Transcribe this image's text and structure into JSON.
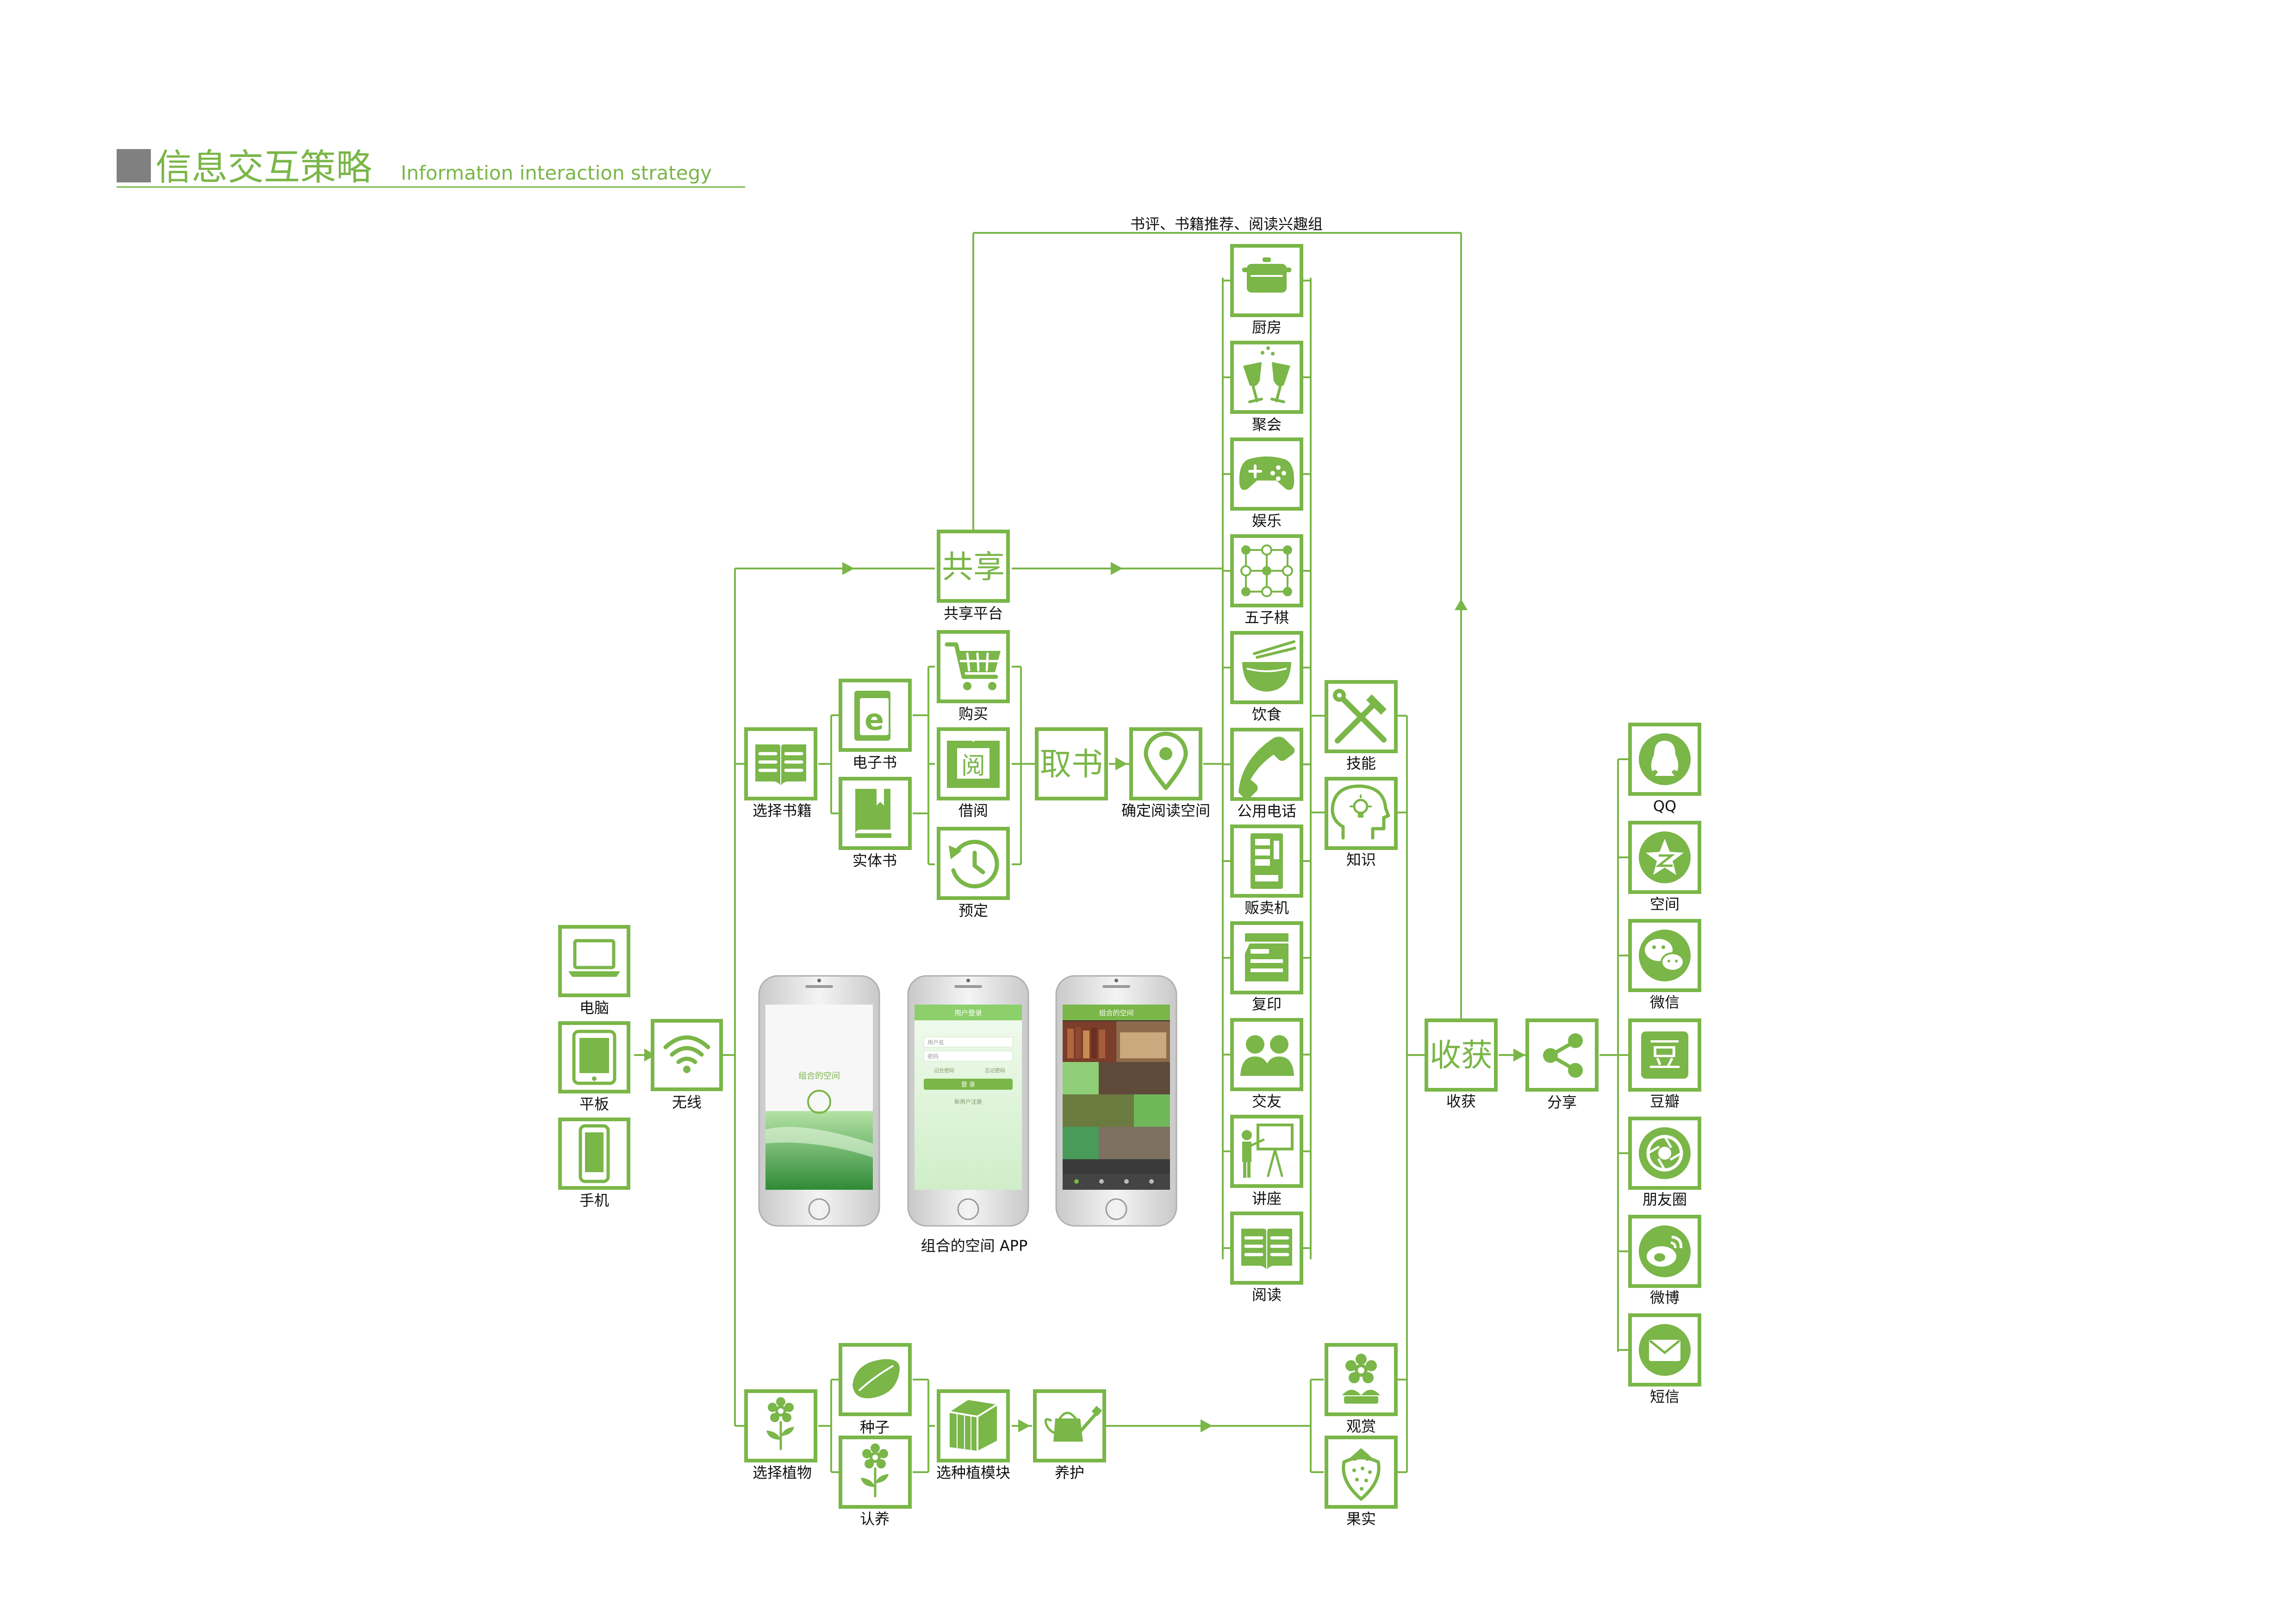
{
  "header": {
    "title_cn": "信息交互策略",
    "title_en": "Information interaction strategy"
  },
  "top_route_label": "书评、书籍推荐、阅读兴趣组",
  "devices": {
    "computer": "电脑",
    "tablet": "平板",
    "phone": "手机"
  },
  "wireless": "无线",
  "share_platform": {
    "box_text": "共享",
    "label": "共享平台"
  },
  "choose_books": "选择书籍",
  "ebook": "电子书",
  "physical_book": "实体书",
  "buy": "购买",
  "borrow": {
    "icon_text": "阅",
    "label": "借阅"
  },
  "reserve": "预定",
  "pickup": {
    "box_text": "取书"
  },
  "confirm_space": "确定阅读空间",
  "spaces": [
    "厨房",
    "聚会",
    "娱乐",
    "五子棋",
    "饮食",
    "公用电话",
    "贩卖机",
    "复印",
    "交友",
    "讲座",
    "阅读"
  ],
  "skills": "技能",
  "knowledge": "知识",
  "harvest": {
    "box_text": "收获",
    "label": "收获"
  },
  "share": "分享",
  "social": [
    "QQ",
    "空间",
    "微信",
    "豆瓣",
    "朋友圈",
    "微博",
    "短信"
  ],
  "douban_icon_text": "豆",
  "app": {
    "caption": "组合的空间 APP",
    "splash_title": "组合的空间",
    "login_header": "用户登录",
    "login_username": "用户名",
    "login_password": "密码",
    "login_link_left": "记住密码",
    "login_link_right": "忘记密码",
    "login_button": "登 录",
    "login_register": "新用户注册",
    "home_header": "组合的空间"
  },
  "plants": {
    "choose": "选择植物",
    "seed": "种子",
    "adopt": "认养",
    "module": "选种植模块",
    "care": "养护",
    "view": "观赏",
    "fruit": "果实"
  },
  "colors": {
    "accent": "#7ab648",
    "title_square": "#808080",
    "text": "#111111"
  }
}
